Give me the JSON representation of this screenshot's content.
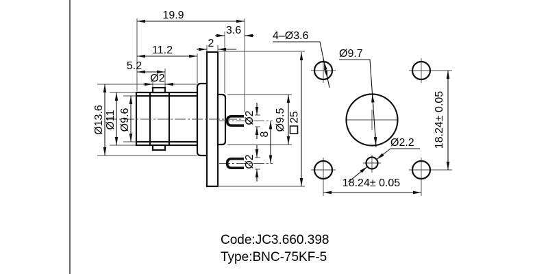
{
  "colors": {
    "line": "#111111",
    "background": "#ffffff",
    "thin_line": "#444444"
  },
  "side_view": {
    "dims": {
      "overall_length": "19.9",
      "rear_length": "3.6",
      "flange_thickness": "2",
      "front_length": "11.2",
      "lug_position": "5.2",
      "lug_diameter": "Ø2",
      "outer_diameter": "Ø13.6",
      "shell_diameter": "Ø11",
      "bore_diameter": "Ø9.6",
      "center_pin_diameter": "Ø2",
      "ground_pin_diameter": "Ø2",
      "pin_spacing": "8",
      "insulator_diameter": "Ø9.5",
      "flange_size": "25"
    }
  },
  "front_view": {
    "dims": {
      "mounting_holes": "4–Ø3.6",
      "center_hole_diameter": "Ø9.7",
      "ground_hole_diameter": "Ø2.2",
      "hole_spacing_horizontal": "18.24± 0.05",
      "hole_spacing_vertical": "18.24± 0.05"
    }
  },
  "title_block": {
    "code": "Code:JC3.660.398",
    "type": "Type:BNC-75KF-5"
  }
}
